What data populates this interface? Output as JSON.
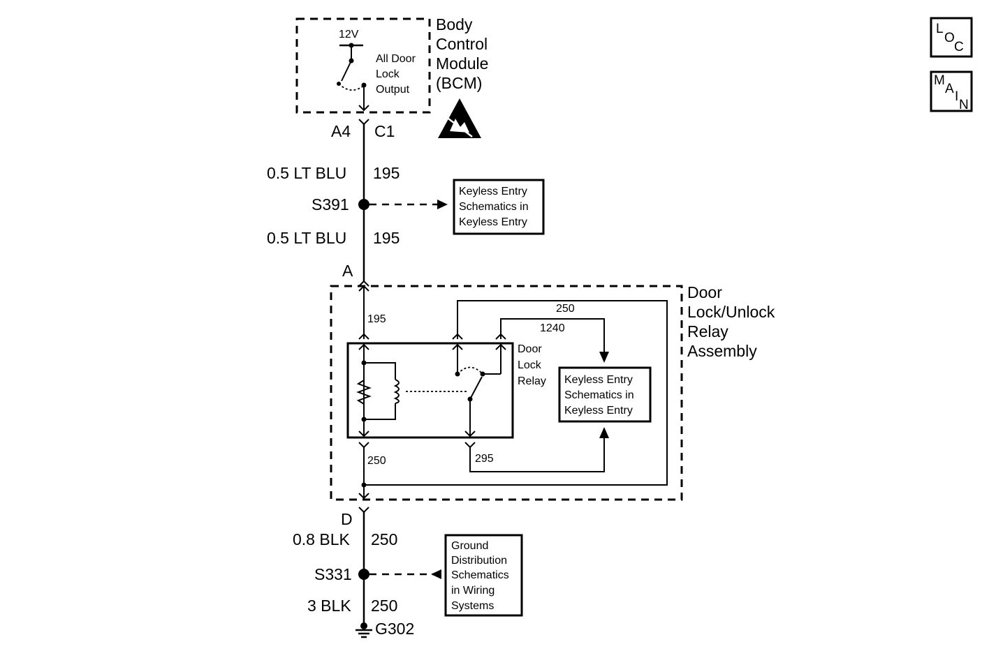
{
  "bcm": {
    "title_lines": [
      "Body",
      "Control",
      "Module",
      "(BCM)"
    ],
    "supply": "12V",
    "output_lines": [
      "All Door",
      "Lock",
      "Output"
    ],
    "pin": "A4",
    "connector": "C1",
    "esd_icon": "esd-warning-icon"
  },
  "wire_upper": {
    "top_gauge": "0.5 LT BLU",
    "top_circuit": "195",
    "splice": "S391",
    "bottom_gauge": "0.5 LT BLU",
    "bottom_circuit": "195"
  },
  "ref_keyless_1": [
    "Keyless Entry",
    "Schematics in",
    "Keyless Entry"
  ],
  "relay_assembly": {
    "title_lines": [
      "Door",
      "Lock/Unlock",
      "Relay",
      "Assembly"
    ],
    "pin_in": "A",
    "pin_out": "D",
    "circuit_in": "195",
    "circuit_top": "250",
    "circuit_1240": "1240",
    "circuit_out": "250",
    "circuit_295": "295",
    "relay_label_lines": [
      "Door",
      "Lock",
      "Relay"
    ],
    "ref_keyless_2": [
      "Keyless Entry",
      "Schematics in",
      "Keyless Entry"
    ]
  },
  "wire_lower": {
    "top_gauge": "0.8 BLK",
    "top_circuit": "250",
    "splice": "S331",
    "bottom_gauge": "3 BLK",
    "bottom_circuit": "250",
    "ground": "G302"
  },
  "ref_ground": [
    "Ground",
    "Distribution",
    "Schematics",
    "in Wiring",
    "Systems"
  ],
  "nav": {
    "loc": [
      "L",
      "O",
      "C"
    ],
    "main": [
      "M",
      "A",
      "I",
      "N"
    ]
  }
}
